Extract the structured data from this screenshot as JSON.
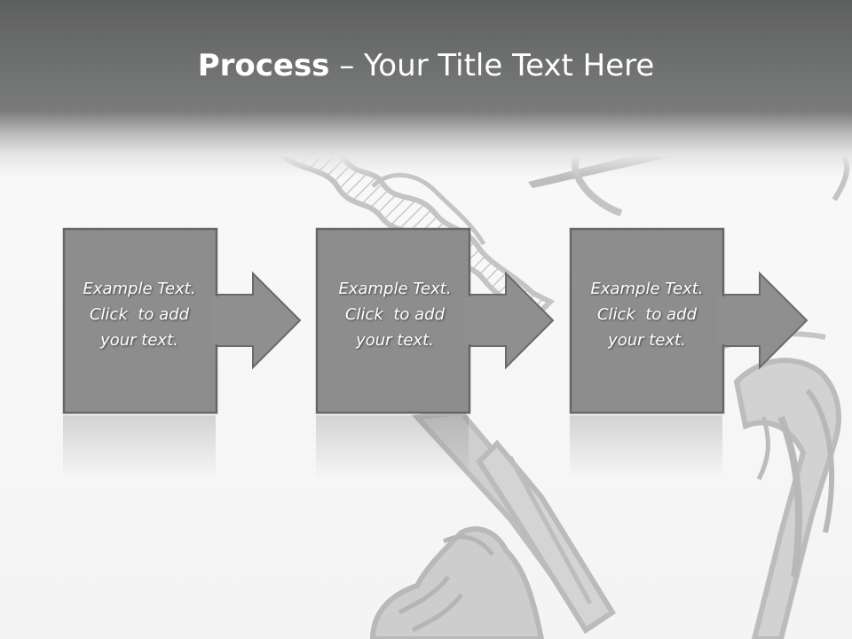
{
  "title": {
    "bold": "Process",
    "rest": " – Your Title Text Here"
  },
  "steps": [
    {
      "line1": "Example Text.",
      "line2": "Click  to add",
      "line3": "your text."
    },
    {
      "line1": "Example Text.",
      "line2": "Click  to add",
      "line3": "your text."
    },
    {
      "line1": "Example Text.",
      "line2": "Click  to add",
      "line3": "your text."
    }
  ],
  "colors": {
    "header": "#6c6d6d",
    "box_fill": "#8d8d8d",
    "box_border": "#666666",
    "arrow_fill": "#8f8f8f",
    "illustration": "#c8c8c8"
  }
}
